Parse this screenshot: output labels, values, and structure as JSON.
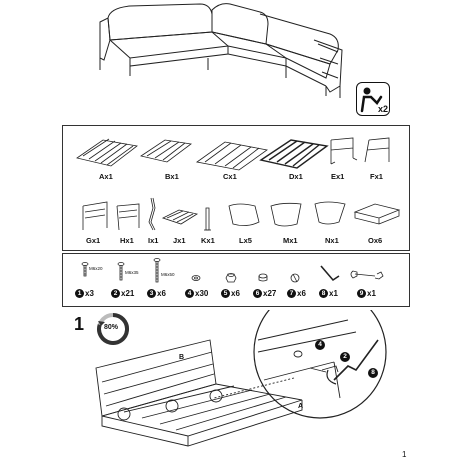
{
  "header": {
    "two_person_label": "x2"
  },
  "parts": [
    {
      "id": "A",
      "label": "Ax1"
    },
    {
      "id": "B",
      "label": "Bx1"
    },
    {
      "id": "C",
      "label": "Cx1"
    },
    {
      "id": "D",
      "label": "Dx1"
    },
    {
      "id": "E",
      "label": "Ex1"
    },
    {
      "id": "F",
      "label": "Fx1"
    },
    {
      "id": "G",
      "label": "Gx1"
    },
    {
      "id": "H",
      "label": "Hx1"
    },
    {
      "id": "I",
      "label": "Ix1"
    },
    {
      "id": "J",
      "label": "Jx1"
    },
    {
      "id": "K",
      "label": "Kx1"
    },
    {
      "id": "L",
      "label": "Lx5"
    },
    {
      "id": "M",
      "label": "Mx1"
    },
    {
      "id": "N",
      "label": "Nx1"
    },
    {
      "id": "O",
      "label": "Ox6"
    }
  ],
  "hardware": [
    {
      "num": "1",
      "qty": "x3",
      "spec": "M6x20"
    },
    {
      "num": "2",
      "qty": "x21",
      "spec": "M6x35"
    },
    {
      "num": "3",
      "qty": "x6",
      "spec": "M6x50"
    },
    {
      "num": "4",
      "qty": "x30",
      "spec": ""
    },
    {
      "num": "5",
      "qty": "x6",
      "spec": ""
    },
    {
      "num": "6",
      "qty": "x27",
      "spec": ""
    },
    {
      "num": "7",
      "qty": "x6",
      "spec": ""
    },
    {
      "num": "8",
      "qty": "x1",
      "spec": ""
    },
    {
      "num": "9",
      "qty": "x1",
      "spec": ""
    }
  ],
  "step": {
    "number": "1",
    "progress": "80%",
    "part_a": "A",
    "part_b": "B",
    "callouts": [
      "4",
      "2",
      "8"
    ]
  },
  "footer": {
    "page_number": "1"
  }
}
